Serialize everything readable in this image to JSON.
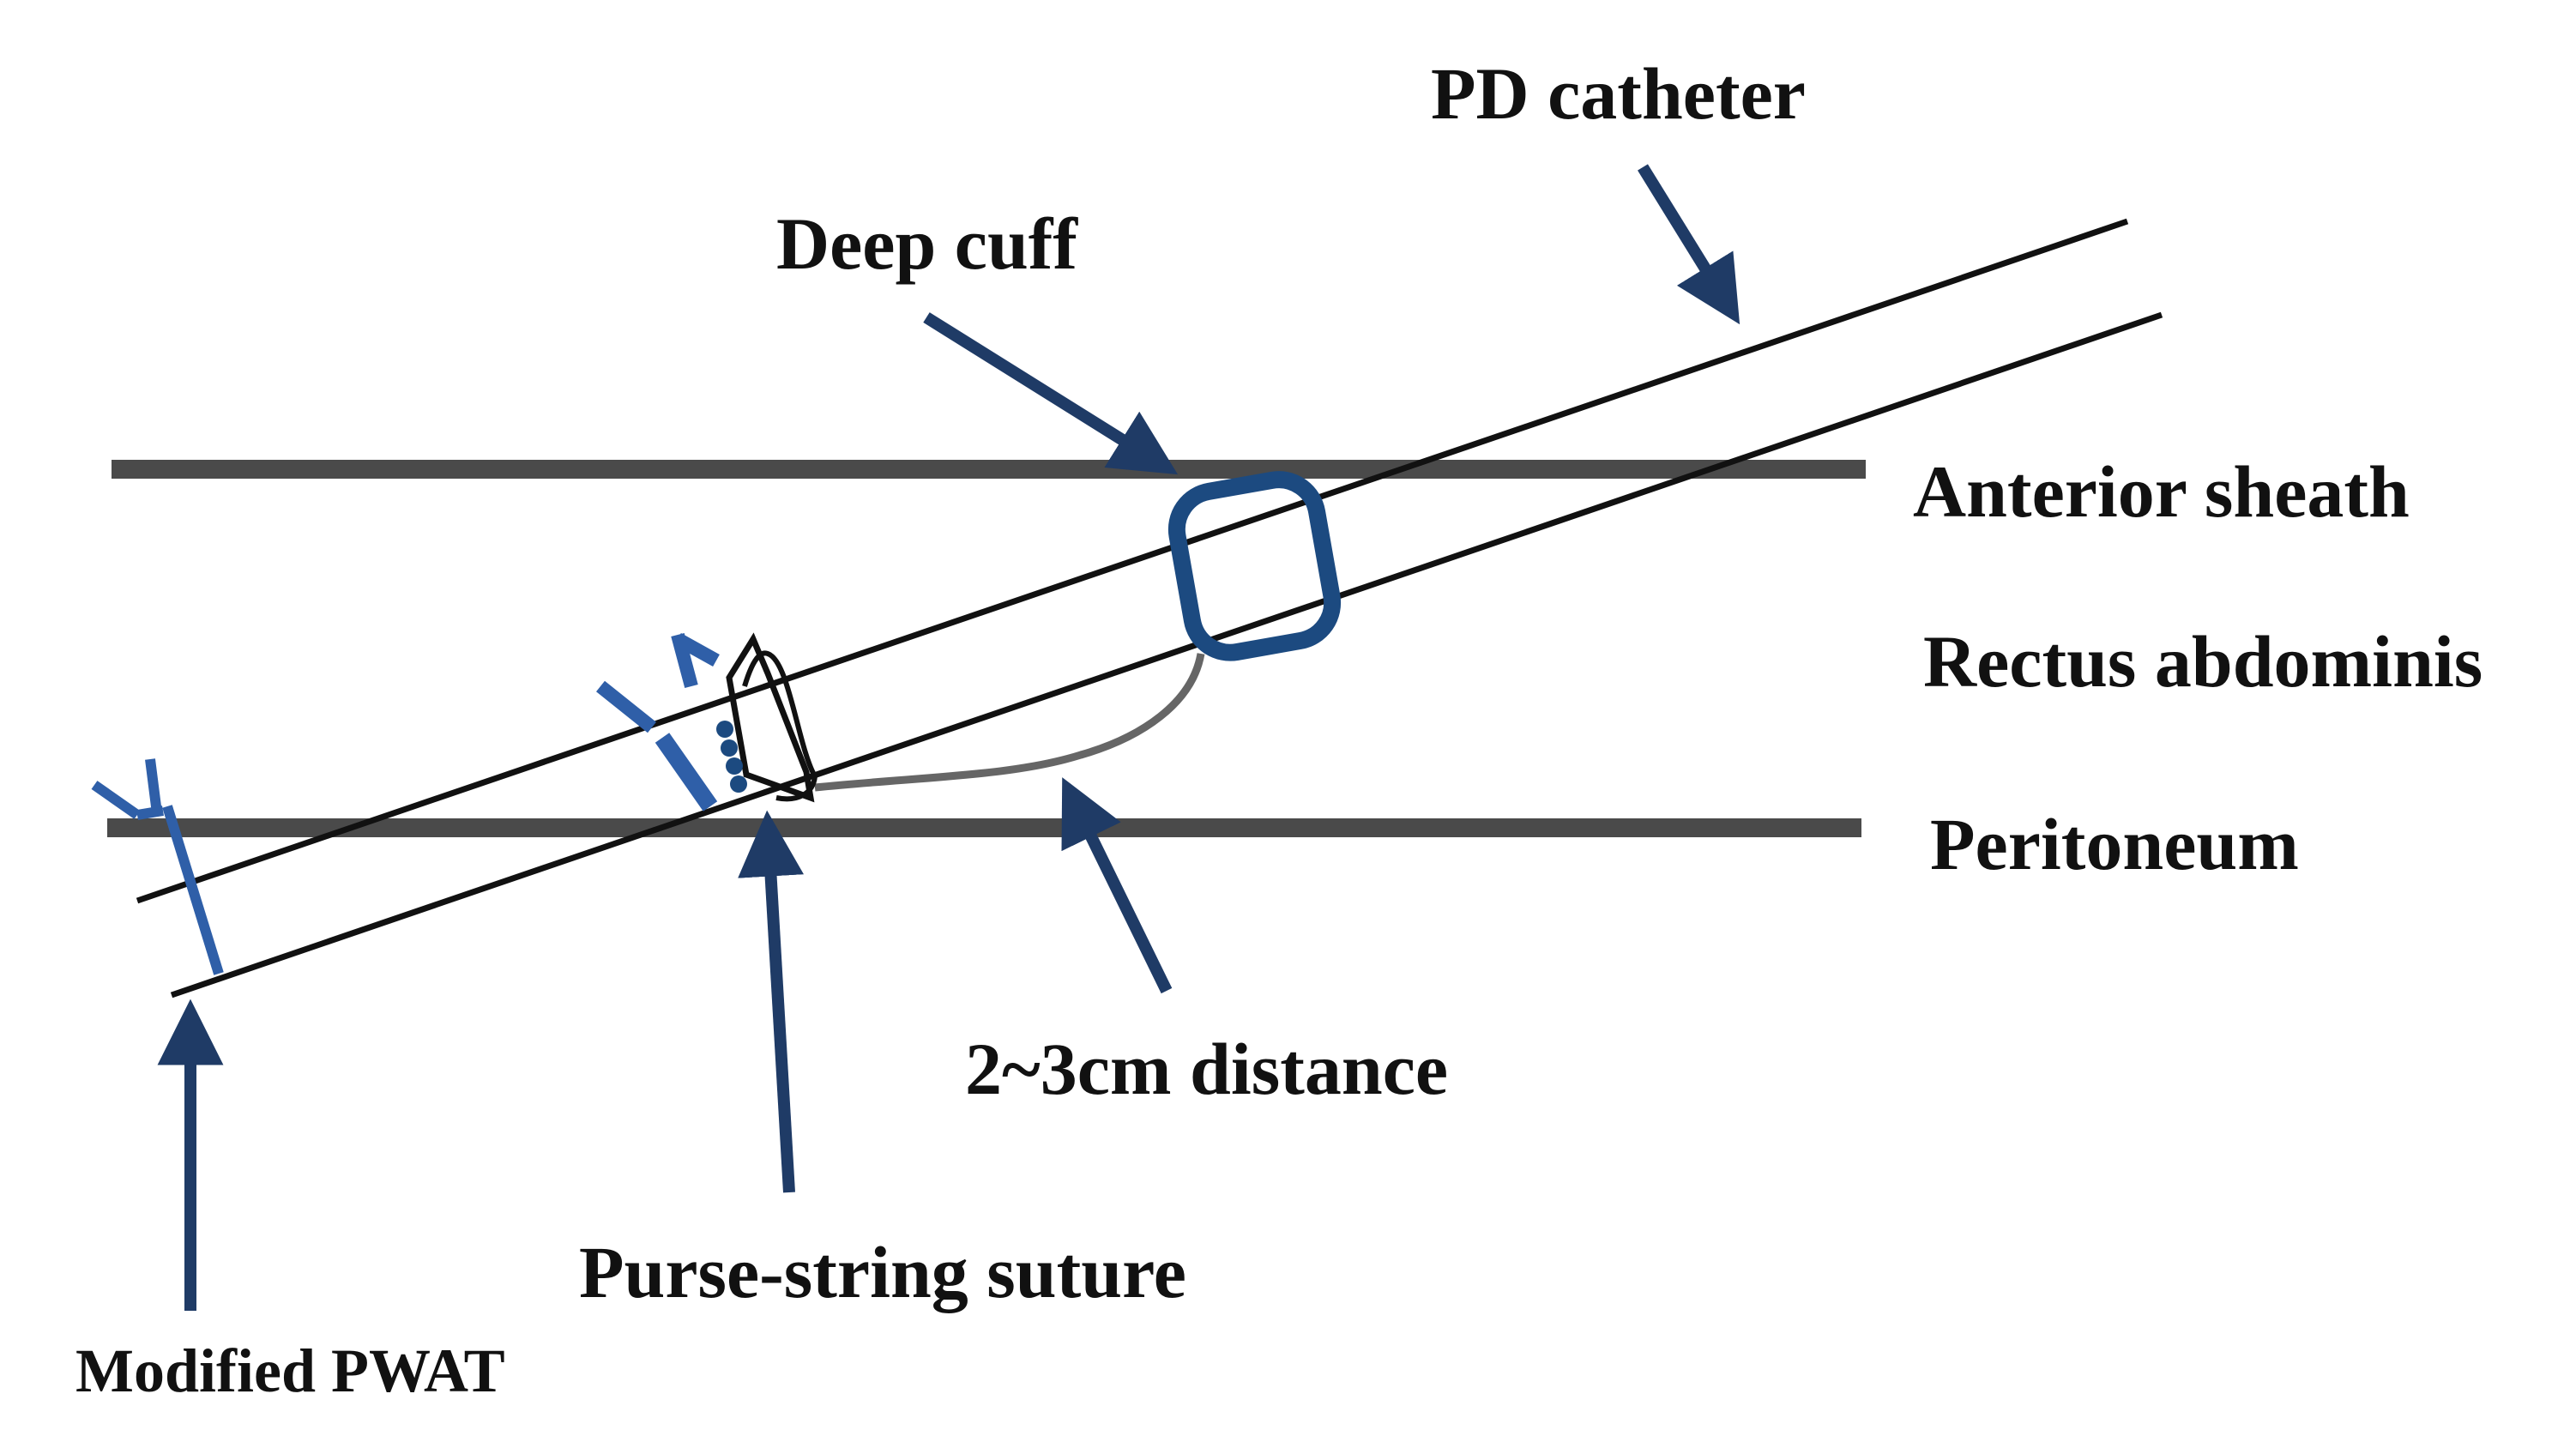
{
  "labels": {
    "pd_catheter": "PD catheter",
    "deep_cuff": "Deep cuff",
    "anterior_sheath": "Anterior sheath",
    "rectus_abdominis": "Rectus abdominis",
    "peritoneum": "Peritoneum",
    "distance": "2~3cm distance",
    "purse_string": "Purse-string suture",
    "modified_pwat": "Modified PWAT"
  },
  "colors": {
    "arrow": "#1f3b66",
    "cuff": "#1c4a80",
    "suture": "#2f5fa8",
    "layer_line": "#4a4a4a",
    "catheter_line": "#111111",
    "background": "#ffffff"
  }
}
